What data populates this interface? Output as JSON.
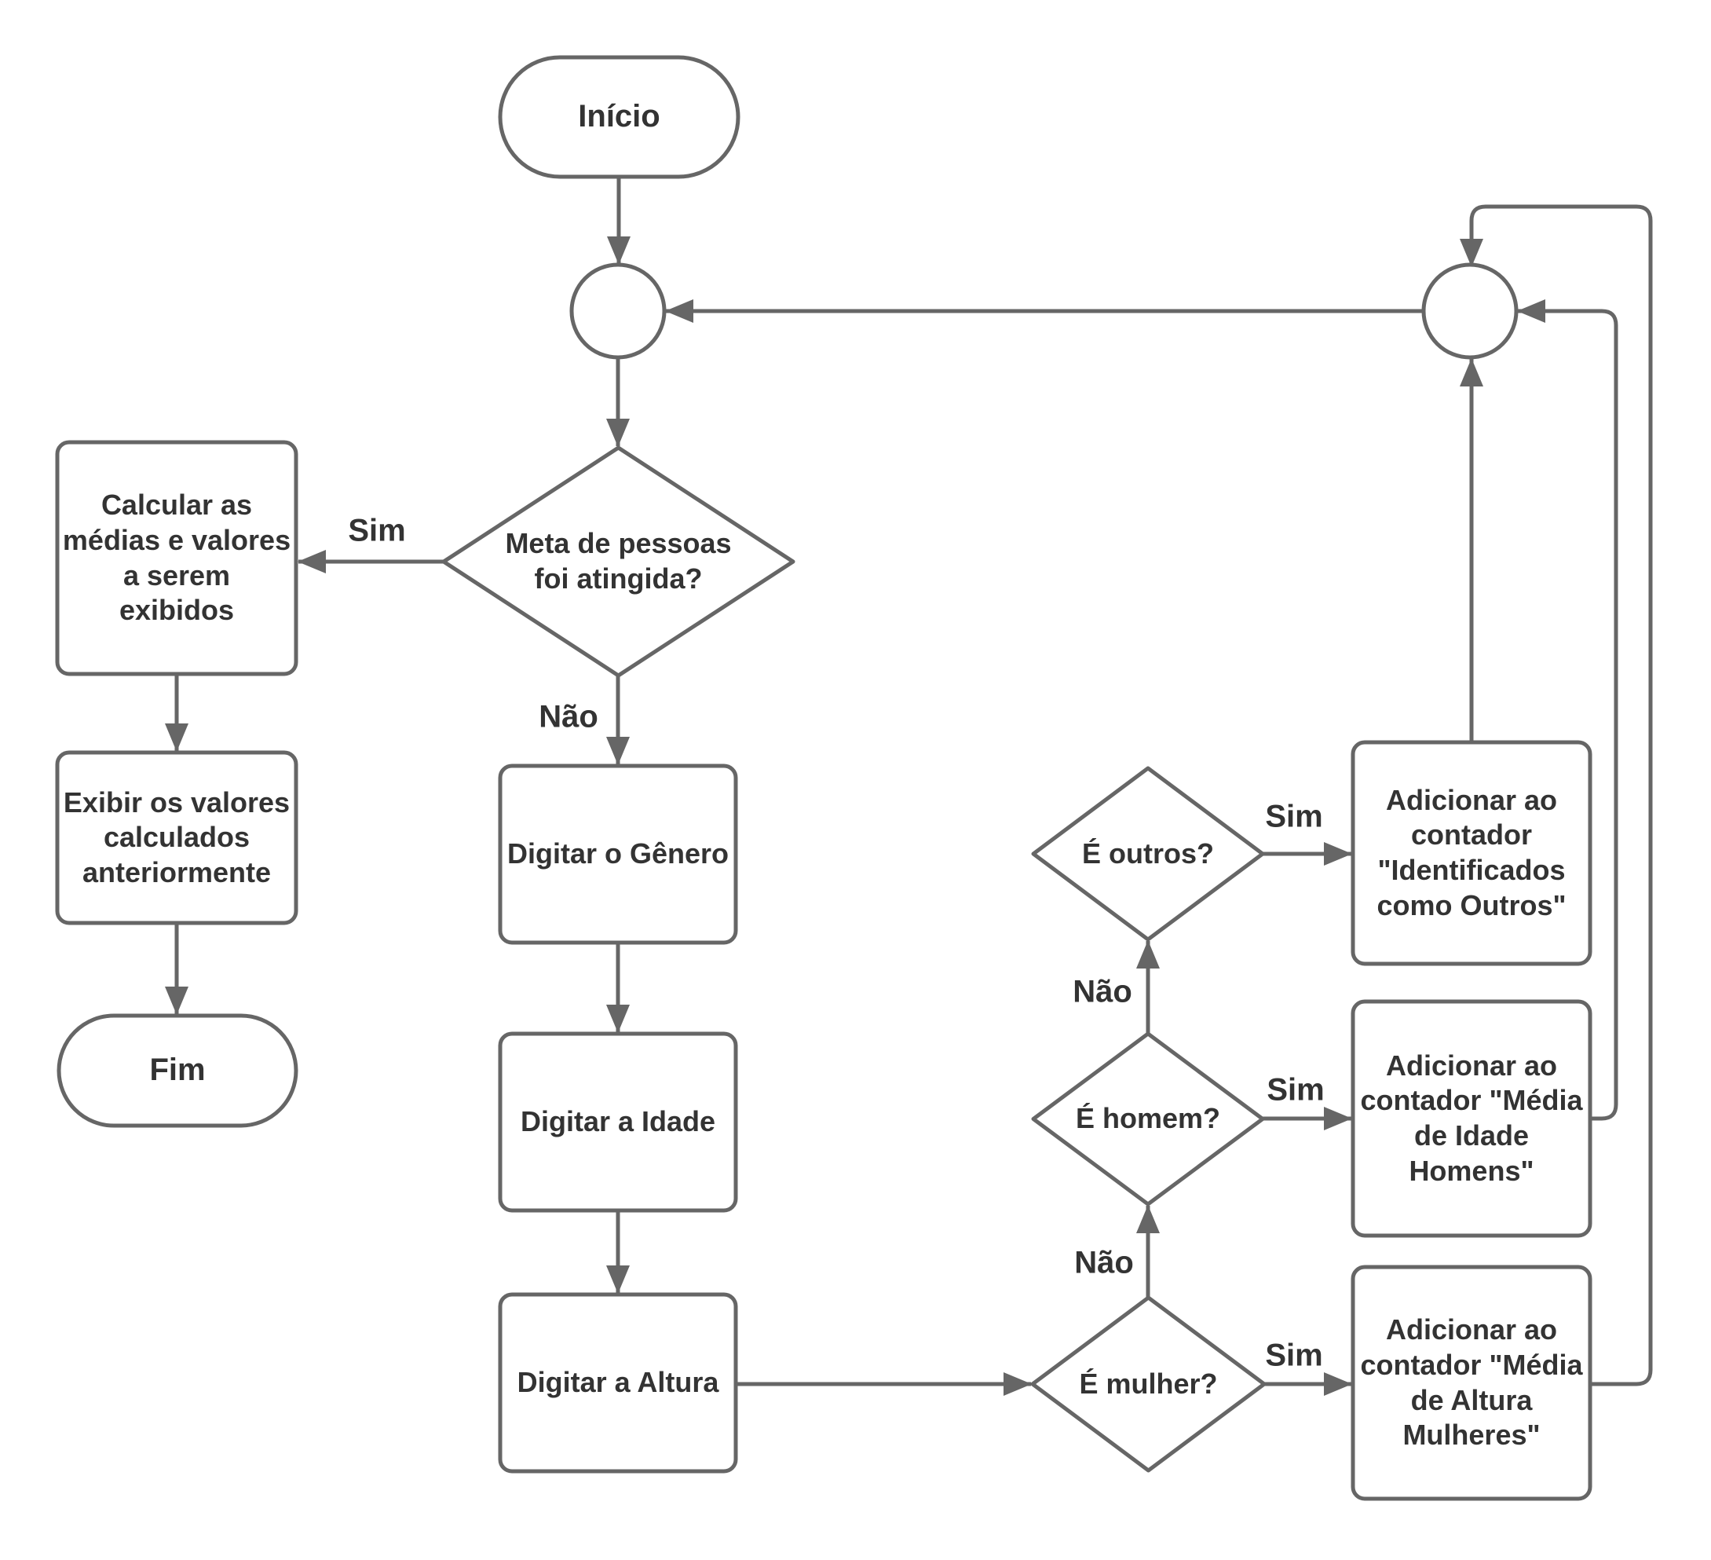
{
  "diagram": {
    "nodes": {
      "inicio": {
        "label": "Início",
        "type": "terminator"
      },
      "junction_left": {
        "label": "",
        "type": "junction"
      },
      "junction_right": {
        "label": "",
        "type": "junction"
      },
      "meta": {
        "label": "Meta de pessoas foi atingida?",
        "type": "decision"
      },
      "calcular": {
        "label": "Calcular as médias e valores a serem exibidos",
        "type": "process"
      },
      "exibir": {
        "label": "Exibir os valores calculados anteriormente",
        "type": "process"
      },
      "fim": {
        "label": "Fim",
        "type": "terminator"
      },
      "genero": {
        "label": "Digitar o Gênero",
        "type": "process"
      },
      "idade": {
        "label": "Digitar a Idade",
        "type": "process"
      },
      "altura": {
        "label": "Digitar a Altura",
        "type": "process"
      },
      "mulher": {
        "label": "É mulher?",
        "type": "decision"
      },
      "homem": {
        "label": "É homem?",
        "type": "decision"
      },
      "outros": {
        "label": "É outros?",
        "type": "decision"
      },
      "contador_mulheres": {
        "label": "Adicionar ao contador \"Média de Altura Mulheres\"",
        "type": "process"
      },
      "contador_homens": {
        "label": "Adicionar ao contador \"Média de Idade Homens\"",
        "type": "process"
      },
      "contador_outros": {
        "label": "Adicionar ao contador \"Identificados como Outros\"",
        "type": "process"
      }
    },
    "edges": [
      {
        "from": "inicio",
        "to": "junction_left",
        "label": ""
      },
      {
        "from": "junction_left",
        "to": "meta",
        "label": ""
      },
      {
        "from": "meta",
        "to": "calcular",
        "label": "Sim"
      },
      {
        "from": "meta",
        "to": "genero",
        "label": "Não"
      },
      {
        "from": "calcular",
        "to": "exibir",
        "label": ""
      },
      {
        "from": "exibir",
        "to": "fim",
        "label": ""
      },
      {
        "from": "genero",
        "to": "idade",
        "label": ""
      },
      {
        "from": "idade",
        "to": "altura",
        "label": ""
      },
      {
        "from": "altura",
        "to": "mulher",
        "label": ""
      },
      {
        "from": "mulher",
        "to": "contador_mulheres",
        "label": "Sim"
      },
      {
        "from": "mulher",
        "to": "homem",
        "label": "Não"
      },
      {
        "from": "homem",
        "to": "contador_homens",
        "label": "Sim"
      },
      {
        "from": "homem",
        "to": "outros",
        "label": "Não"
      },
      {
        "from": "outros",
        "to": "contador_outros",
        "label": "Sim"
      },
      {
        "from": "contador_outros",
        "to": "junction_right",
        "label": ""
      },
      {
        "from": "contador_homens",
        "to": "junction_right",
        "label": ""
      },
      {
        "from": "contador_mulheres",
        "to": "junction_right",
        "label": ""
      },
      {
        "from": "junction_right",
        "to": "junction_left",
        "label": ""
      }
    ],
    "colors": {
      "stroke": "#666666",
      "text": "#333333",
      "background": "#ffffff"
    }
  }
}
